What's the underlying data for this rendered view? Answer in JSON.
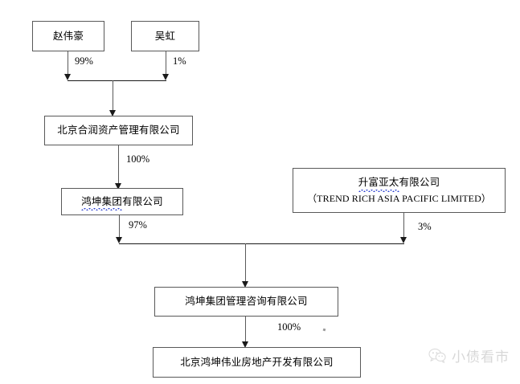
{
  "diagram": {
    "type": "org-ownership-chart",
    "nodes": [
      {
        "id": "zhao",
        "label": "赵伟豪"
      },
      {
        "id": "wuhong",
        "label": "吴虹"
      },
      {
        "id": "herun",
        "label": "北京合润资产管理有限公司"
      },
      {
        "id": "hongkun_group",
        "label_underlined": "鸿坤集团",
        "label_rest": "有限公司"
      },
      {
        "id": "trendrich",
        "label_underlined": "升富亚太",
        "label_rest": "有限公司",
        "label_en": "（TREND RICH ASIA PACIFIC LIMITED）"
      },
      {
        "id": "hk_consult",
        "label": "鸿坤集团管理咨询有限公司"
      },
      {
        "id": "hk_weiye",
        "label": "北京鸿坤伟业房地产开发有限公司"
      }
    ],
    "edges": [
      {
        "from": "zhao",
        "to": "herun",
        "label": "99%"
      },
      {
        "from": "wuhong",
        "to": "herun",
        "label": "1%"
      },
      {
        "from": "herun",
        "to": "hongkun_group",
        "label": "100%"
      },
      {
        "from": "hongkun_group",
        "to": "hk_consult",
        "label": "97%"
      },
      {
        "from": "trendrich",
        "to": "hk_consult",
        "label": "3%"
      },
      {
        "from": "hk_consult",
        "to": "hk_weiye",
        "label": "100%"
      }
    ]
  },
  "watermark": {
    "icon": "wechat-bubbles-icon",
    "text": "小债看市"
  },
  "colors": {
    "box_border": "#595959",
    "connector": "#1a1a1a",
    "spellcheck_underline": "#2b3fd0",
    "watermark_text": "#7d7d7d",
    "background": "#ffffff"
  }
}
